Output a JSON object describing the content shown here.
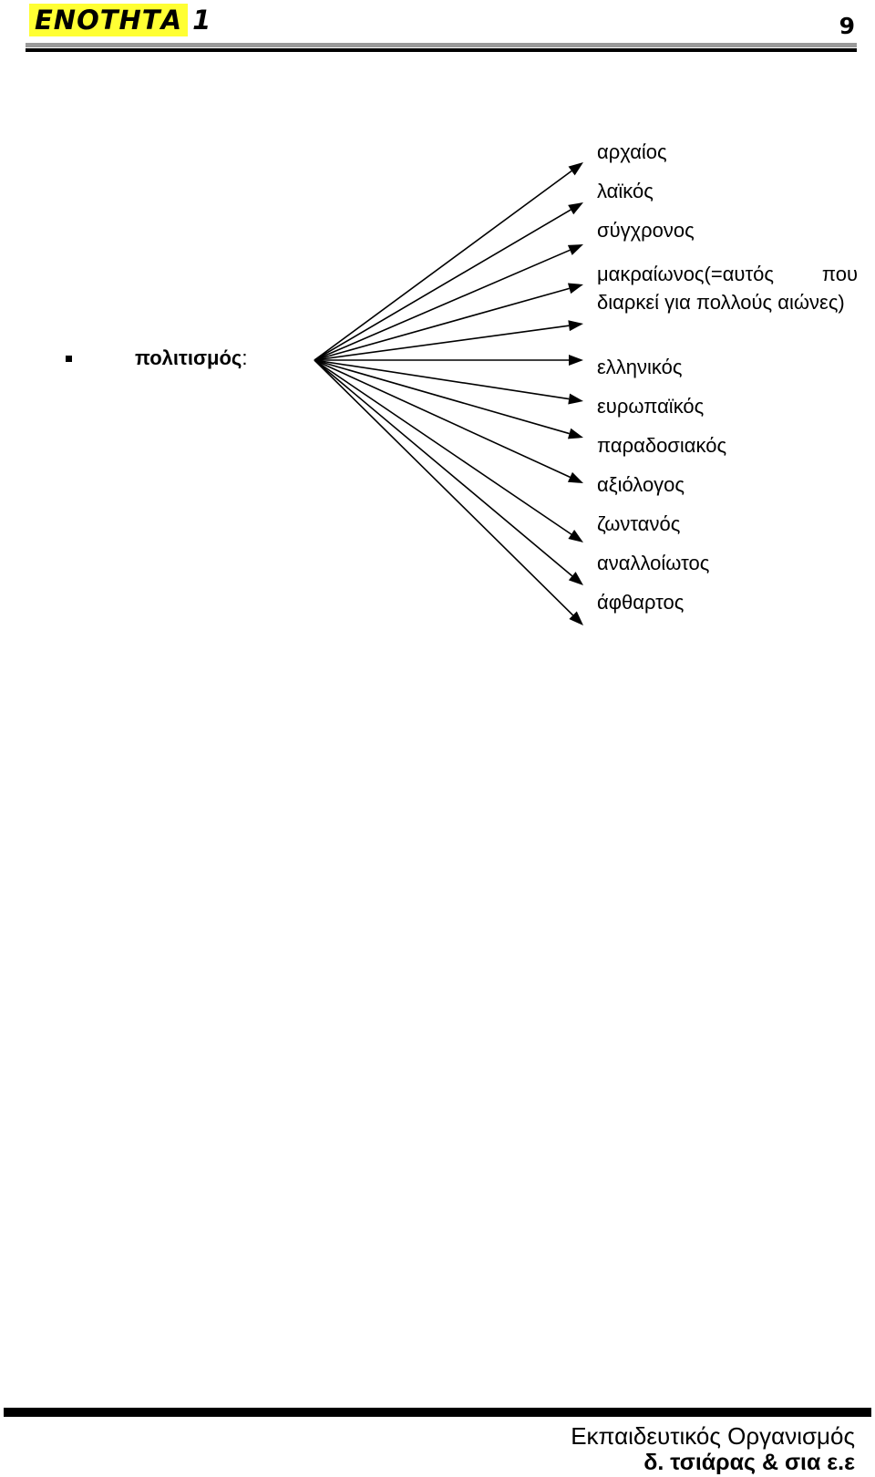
{
  "header": {
    "section": "ΕΝΟΤΗΤΑ 1",
    "page_number": "9"
  },
  "entry": {
    "term": "πολιτισμός",
    "colon": ":"
  },
  "adjectives": [
    "αρχαίος",
    "λαϊκός",
    "σύγχρονος",
    "μακραίωνος(=αυτός που διαρκεί για πολλούς αιώνες)",
    "ελληνικός",
    "ευρωπαϊκός",
    "παραδοσιακός",
    "αξιόλογος",
    "ζωντανός",
    "αναλλοίωτος",
    "άφθαρτος"
  ],
  "footer": {
    "organization": "Εκπαιδευτικός Οργανισμός",
    "publisher": "δ. τσιάρας & σια ε.ε"
  }
}
